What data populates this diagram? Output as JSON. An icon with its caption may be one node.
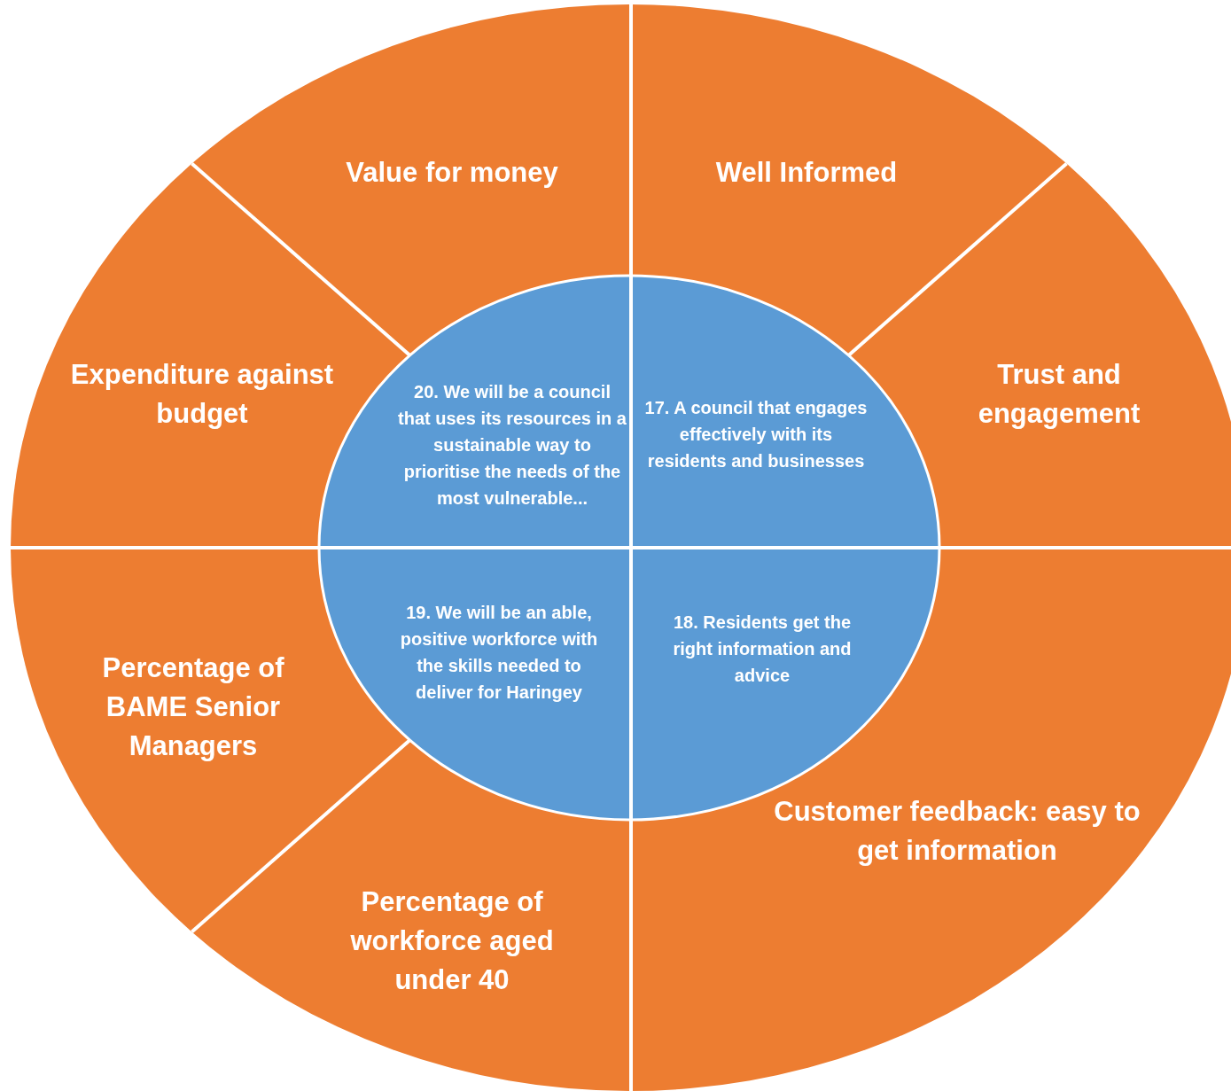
{
  "diagram": {
    "nodes": [
      {
        "text": [
          "Value for money"
        ]
      },
      {
        "text": [
          "Well Informed"
        ]
      },
      {
        "text": [
          "Expenditure against budget"
        ]
      },
      {
        "text": [
          "20. We will be a council that uses its resources in a sustainable way to prioritise the needs of the most vulnerable..."
        ]
      },
      {
        "text": [
          "17. A council that engages effectively with its residents and businesses"
        ]
      },
      {
        "text": [
          "Trust and engagement"
        ]
      },
      {
        "text": [
          "19. We will be an able, positive workforce with the skills needed to deliver for Haringey"
        ]
      },
      {
        "text": [
          "18. Residents get the right information and advice"
        ]
      },
      {
        "text": [
          "Percentage of BAME Senior Managers"
        ]
      },
      {
        "text": [
          "Customer feedback: easy to get information"
        ]
      },
      {
        "text": [
          "Percentage of workforce aged under 40"
        ]
      }
    ]
  }
}
